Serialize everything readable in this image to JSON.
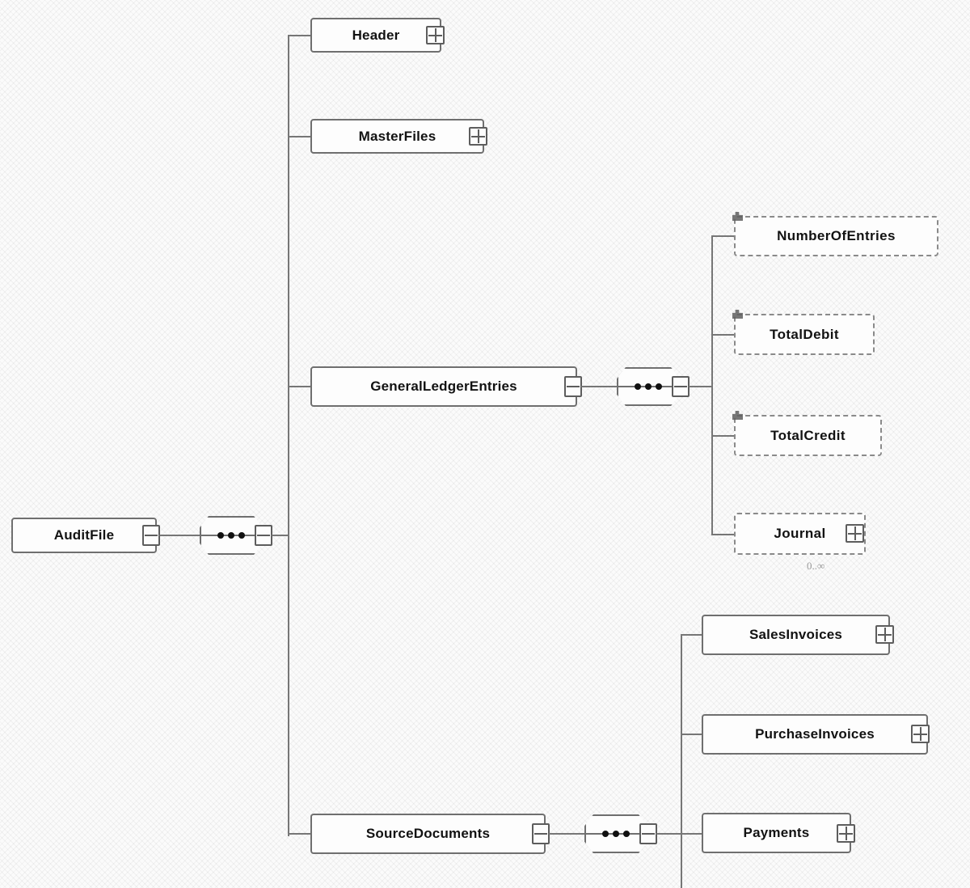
{
  "diagram": {
    "type": "xsd-schema-tree",
    "title": "AuditFile",
    "root": {
      "label": "AuditFile",
      "box_style": "solid",
      "connector": "stub",
      "compositor": "sequence"
    },
    "compositors": [
      {
        "name": "root-sequence",
        "symbol": "sequence-dots"
      },
      {
        "name": "general-ledger-entries-sequence",
        "symbol": "sequence-dots"
      },
      {
        "name": "source-documents-sequence",
        "symbol": "sequence-dots"
      }
    ],
    "nodes": [
      {
        "id": "header",
        "label": "Header",
        "box_style": "solid",
        "expander": "plus",
        "optional": false
      },
      {
        "id": "masterfiles",
        "label": "MasterFiles",
        "box_style": "solid",
        "expander": "plus",
        "optional": false
      },
      {
        "id": "gle",
        "label": "GeneralLedgerEntries",
        "box_style": "solid",
        "expander": "stub",
        "optional": false
      },
      {
        "id": "numberofentries",
        "label": "NumberOfEntries",
        "box_style": "dashed",
        "expander": "none",
        "optional": true
      },
      {
        "id": "totaldebit",
        "label": "TotalDebit",
        "box_style": "dashed",
        "expander": "none",
        "optional": true
      },
      {
        "id": "totalcredit",
        "label": "TotalCredit",
        "box_style": "dashed",
        "expander": "none",
        "optional": true
      },
      {
        "id": "journal",
        "label": "Journal",
        "box_style": "dashed",
        "expander": "plus",
        "optional": true,
        "cardinality": "0..∞"
      },
      {
        "id": "sourcedocuments",
        "label": "SourceDocuments",
        "box_style": "solid",
        "expander": "stub",
        "optional": false
      },
      {
        "id": "salesinvoices",
        "label": "SalesInvoices",
        "box_style": "solid",
        "expander": "plus",
        "optional": false
      },
      {
        "id": "purchaseinvoices",
        "label": "PurchaseInvoices",
        "box_style": "solid",
        "expander": "plus",
        "optional": false
      },
      {
        "id": "payments",
        "label": "Payments",
        "box_style": "solid",
        "expander": "plus",
        "optional": false
      }
    ],
    "colors": {
      "background": "#fbfbfb",
      "line": "#767676",
      "box_border": "#6f6f6f",
      "dashed_border": "#8a8a8a",
      "box_fill": "#fdfdfd",
      "label_text": "#121212",
      "cardinality_text": "#9a9a9a"
    }
  }
}
